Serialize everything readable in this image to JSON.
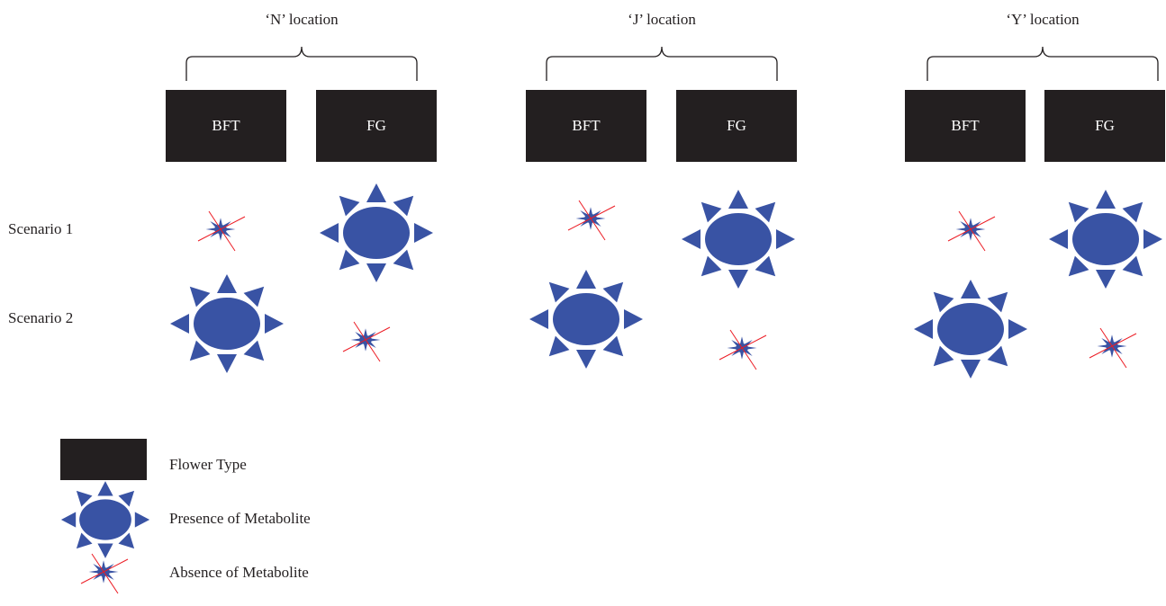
{
  "locations": [
    {
      "label": "‘N’ location",
      "flower_types": [
        "BFT",
        "FG"
      ]
    },
    {
      "label": "‘J’ location",
      "flower_types": [
        "BFT",
        "FG"
      ]
    },
    {
      "label": "‘Y’ location",
      "flower_types": [
        "BFT",
        "FG"
      ]
    }
  ],
  "scenarios": [
    "Scenario 1",
    "Scenario 2"
  ],
  "metabolite_status": {
    "scenario_1": [
      "absent",
      "present",
      "absent",
      "present",
      "absent",
      "present"
    ],
    "scenario_2": [
      "present",
      "absent",
      "present",
      "absent",
      "present",
      "absent"
    ]
  },
  "legend": {
    "flower_type": "Flower Type",
    "presence": "Presence of Metabolite",
    "absence": "Absence of Metabolite"
  },
  "colors": {
    "box": "#231f20",
    "metabolite": "#3953a4",
    "cross": "#ec1c24"
  }
}
